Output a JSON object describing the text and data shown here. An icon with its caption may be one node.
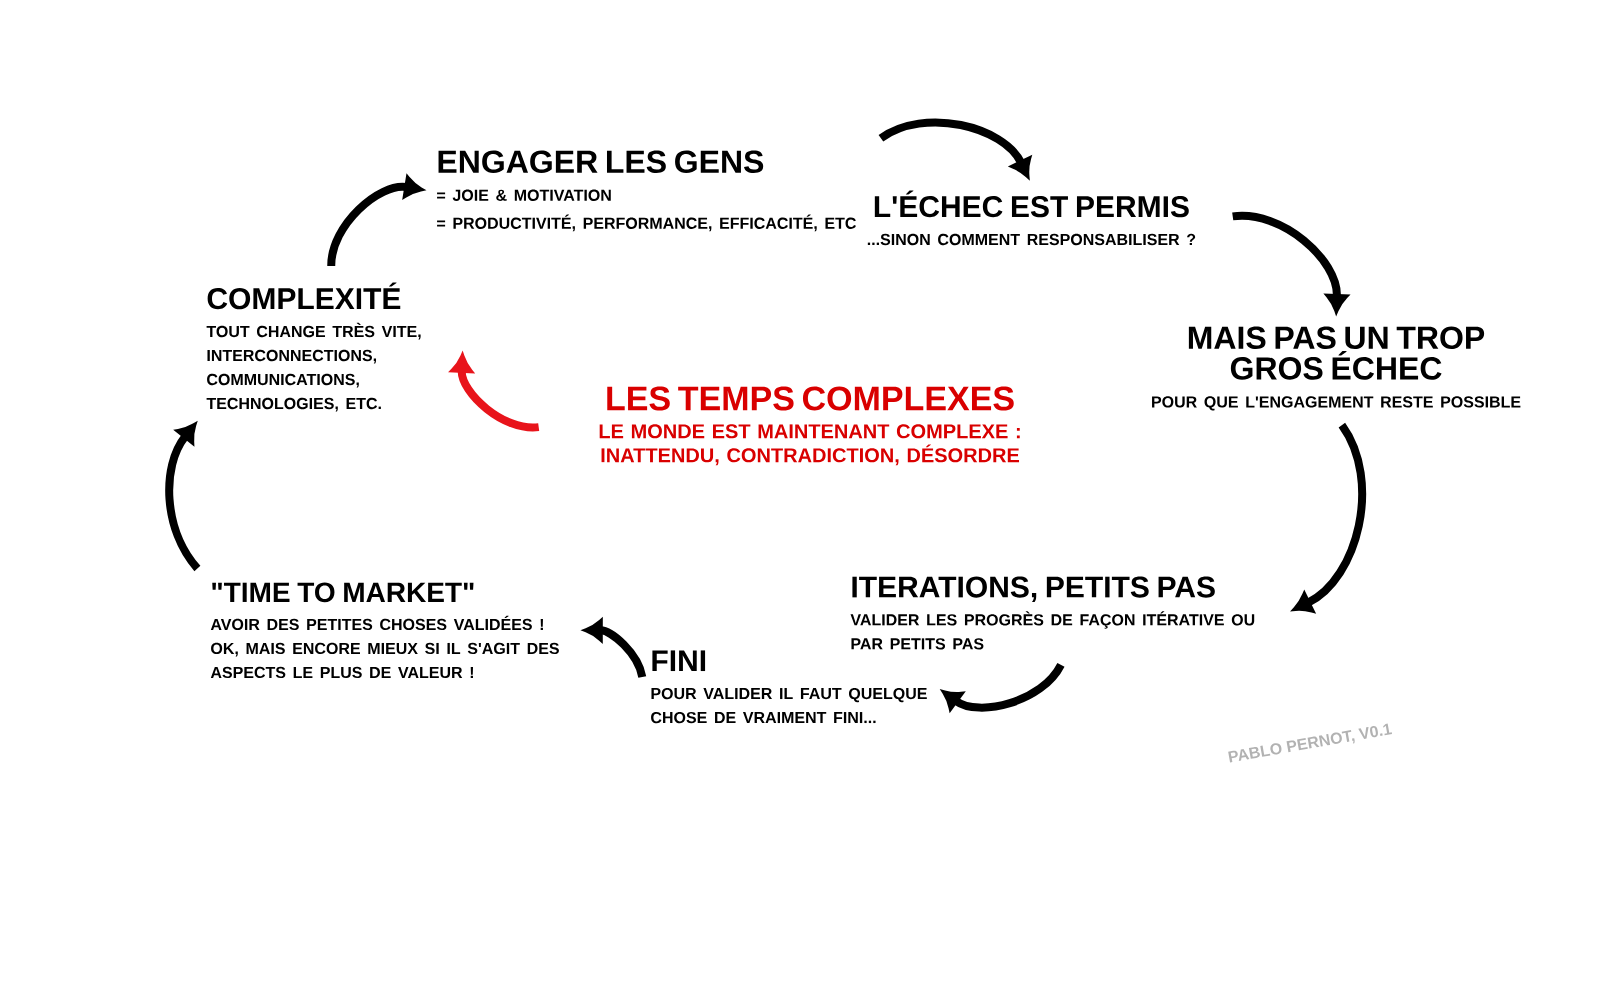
{
  "diagram": {
    "nodes": [
      {
        "text": [
          "COMPLEXITÉ",
          "TOUT CHANGE TRÈS VITE, INTERCONNECTIONS, COMMUNICATIONS, TECHNOLOGIES, ETC."
        ]
      },
      {
        "text": [
          "ENGAGER LES GENS",
          "= JOIE & MOTIVATION",
          "= PRODUCTIVITÉ, PERFORMANCE, EFFICACITÉ, ETC"
        ]
      },
      {
        "text": [
          "L'ÉCHEC EST PERMIS",
          "...SINON COMMENT RESPONSABILISER ?"
        ]
      },
      {
        "text": [
          "MAIS PAS UN TROP GROS ÉCHEC",
          "POUR QUE L'ENGAGEMENT RESTE POSSIBLE"
        ]
      },
      {
        "text": [
          "ITERATIONS, PETITS PAS",
          "VALIDER LES PROGRÈS DE FAÇON ITÉRATIVE OU PAR PETITS PAS"
        ]
      },
      {
        "text": [
          "FINI",
          "POUR VALIDER IL FAUT QUELQUE CHOSE DE VRAIMENT FINI..."
        ]
      },
      {
        "text": [
          "\"TIME TO MARKET\"",
          "AVOIR DES PETITES CHOSES VALIDÉES ! OK, MAIS ENCORE MIEUX SI IL S'AGIT DES ASPECTS LE PLUS DE VALEUR !"
        ]
      },
      {
        "text": [
          "LES TEMPS COMPLEXES",
          "LE MONDE EST MAINTENANT COMPLEXE : INATTENDU, CONTRADICTION, DÉSORDRE"
        ]
      }
    ],
    "edges": [
      {
        "from": 0,
        "to": 1,
        "arrow": "to"
      },
      {
        "from": 1,
        "to": 2,
        "arrow": "to"
      },
      {
        "from": 2,
        "to": 3,
        "arrow": "to"
      },
      {
        "from": 3,
        "to": 4,
        "arrow": "to"
      },
      {
        "from": 4,
        "to": 5,
        "arrow": "to"
      },
      {
        "from": 5,
        "to": 6,
        "arrow": "to"
      },
      {
        "from": 6,
        "to": 0,
        "arrow": "to"
      },
      {
        "from": 7,
        "to": 0,
        "arrow": "to",
        "color": "#e8141b"
      }
    ],
    "labels": [
      "PABLO PERNOT, V0.1"
    ]
  }
}
